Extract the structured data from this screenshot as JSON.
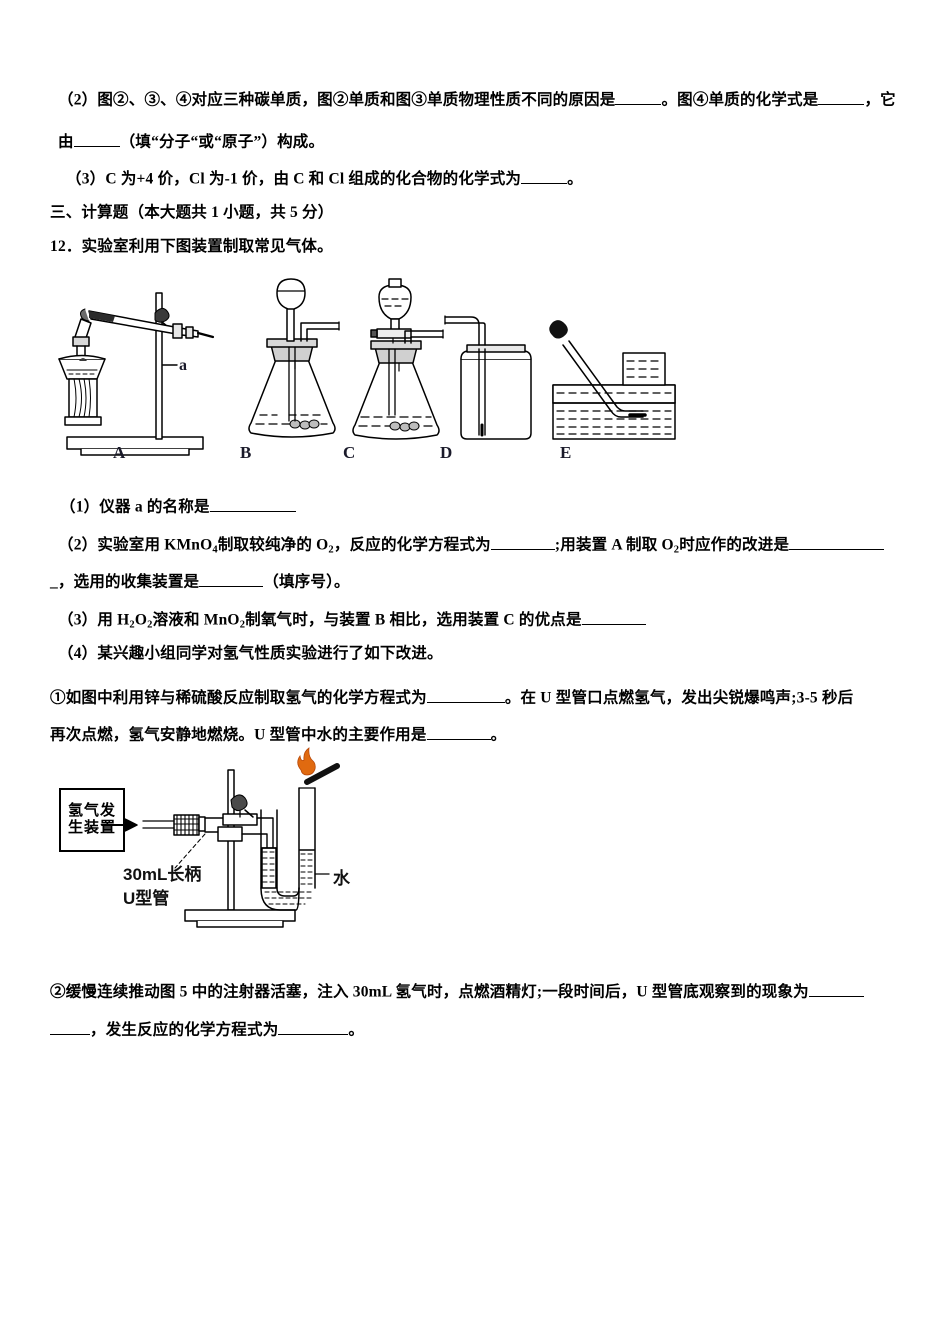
{
  "document": {
    "lines": {
      "q2_part1": "（2）图②、③、④对应三种碳单质，图②单质和图③单质物理性质不同的原因是",
      "q2_part2": "。图④单质的化学式是",
      "q2_part3": "，它",
      "q2_line2_pre": "由",
      "q2_line2_post": "（填“分子“或“原子”）构成。",
      "q3": "（3）C 为+4 价，Cl 为-1 价，由 C 和 Cl 组成的化合物的化学式为",
      "q3_end": "。",
      "section_heading": "三、计算题（本大题共 1 小题，共 5 分）",
      "q12": "12．实验室利用下图装置制取常见气体。",
      "p1": "（1）仪器 a 的名称是",
      "p2_a": "（2）实验室用 KMnO",
      "p2_a_sub": "4",
      "p2_b": "制取较纯净的 O",
      "p2_b_sub": "2",
      "p2_c": "，反应的化学方程式为",
      "p2_d": ";用装置 A 制取 O",
      "p2_d_sub": "2",
      "p2_e": "时应作的改进是",
      "p2_line2_pre": "_，选用的收集装置是",
      "p2_line2_post": "（填序号）。",
      "p3_a": "（3）用 H",
      "p3_a_sub": "2",
      "p3_b": "O",
      "p3_b_sub": "2",
      "p3_c": "溶液和 MnO",
      "p3_c_sub": "2",
      "p3_d": "制氧气时，与装置 B 相比，选用装置 C 的优点是",
      "p4": "（4）某兴趣小组同学对氢气性质实验进行了如下改进。",
      "item1_a": "①如图中利用锌与稀硫酸反应制取氢气的化学方程式为",
      "item1_b": "。在 U 型管口点燃氢气，发出尖锐爆鸣声;3-5 秒后",
      "item1_line2_a": "再次点燃，氢气安静地燃烧。U 型管中水的主要作用是",
      "item1_line2_b": "。",
      "item2_a": "②缓慢连续推动图 5 中的注射器活塞，注入 30mL 氢气时，点燃酒精灯;一段时间后，U 型管底观察到的现象为",
      "item2_line2_a": "，发生反应的化学方程式为",
      "item2_line2_b": "。"
    }
  },
  "figure1": {
    "caption_labels": [
      "A",
      "B",
      "C",
      "D",
      "E"
    ],
    "pointer_label_a": "a"
  },
  "figure2": {
    "generator_box": "氢气发生装置",
    "tube_label_line1": "30mL长柄",
    "tube_label_line2": "U型管",
    "water_label": "水"
  },
  "colors": {
    "ink": "#000000",
    "flame": "#e06a10",
    "glass_fill": "#ffffff",
    "shade": "#cfcfcf"
  }
}
